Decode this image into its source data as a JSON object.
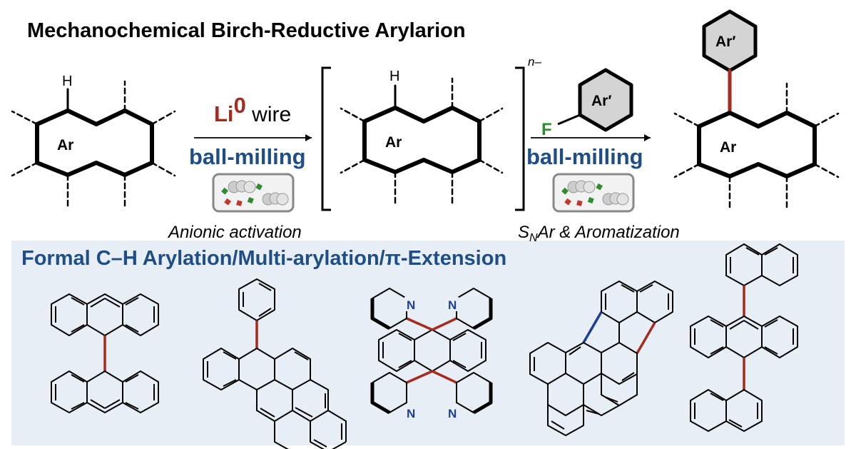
{
  "title": "Mechanochemical Birch-Reductive Arylarion",
  "scheme": {
    "ring_label": "Ar",
    "h_label": "H",
    "aryl_label": "Ar′",
    "fluoro_label": "F",
    "charge_label": "n–",
    "step1": {
      "metal": "Li",
      "metal_sup": "0",
      "metal_rest": " wire",
      "method": "ball-milling",
      "caption": "Anionic activation"
    },
    "step2": {
      "method": "ball-milling",
      "caption_s": "S",
      "caption_sub": "N",
      "caption_rest": "Ar & Aromatization"
    }
  },
  "section_title": "Formal C–H Arylation/Multi-arylation/π-Extension",
  "n_label": "N",
  "colors": {
    "title_blue": "#1f4e86",
    "new_bond_red": "#a52a1f",
    "new_bond_blue": "#1a3d9a",
    "fluoro_green": "#2e8b2e",
    "panel_bg": "#e8eef5",
    "metal_red": "#a52a1f"
  }
}
